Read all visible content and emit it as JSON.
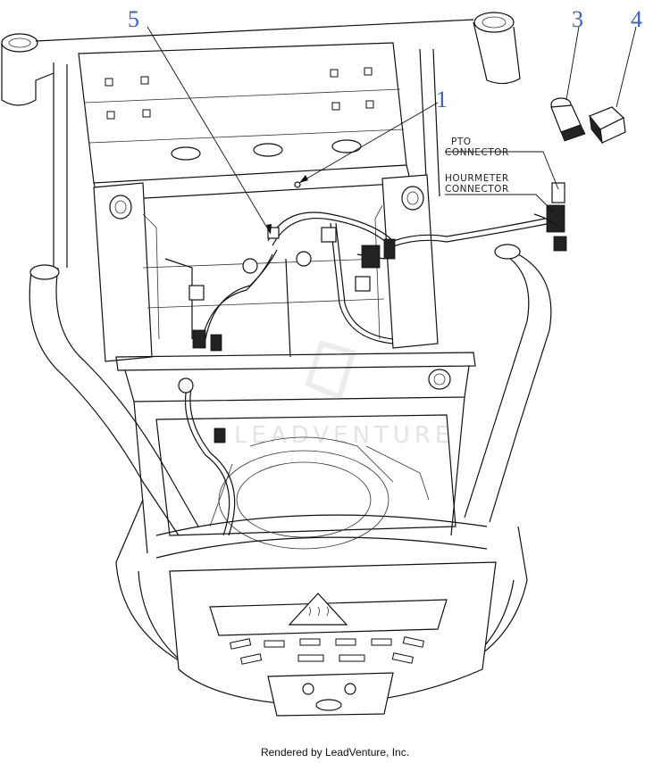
{
  "callouts": {
    "c1": "1",
    "c3": "3",
    "c4": "4",
    "c5": "5"
  },
  "labels": {
    "pto_line1": "PTO",
    "pto_line2": "CONNECTOR",
    "hour_line1": "HOURMETER",
    "hour_line2": "CONNECTOR"
  },
  "watermark": "LEADVENTURE",
  "footer": "Rendered by LeadVenture, Inc.",
  "colors": {
    "callout": "#3a5fc8",
    "line": "#111111"
  }
}
